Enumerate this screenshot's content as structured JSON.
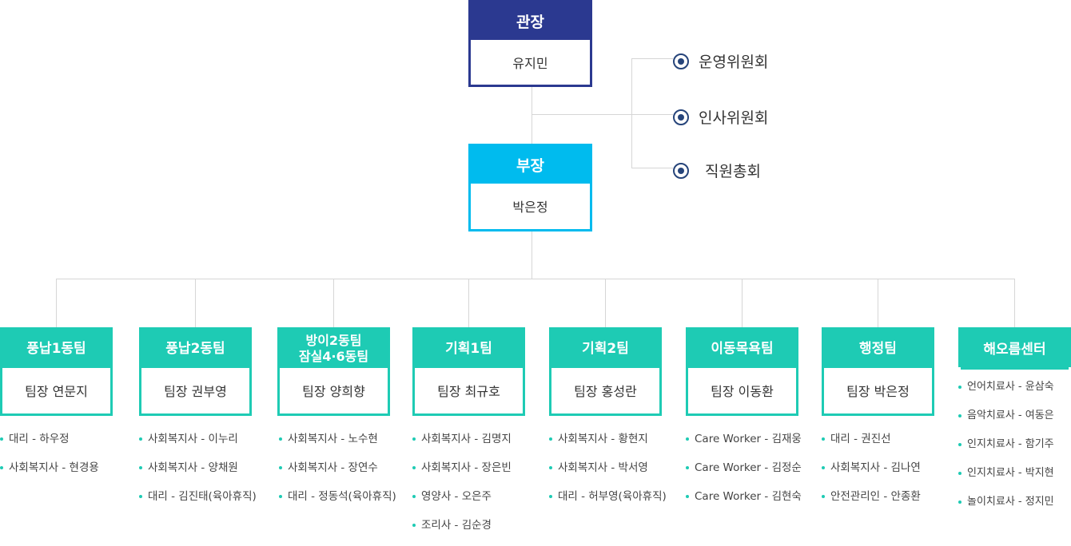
{
  "director": {
    "title": "관장",
    "name": "유지민"
  },
  "deputy": {
    "title": "부장",
    "name": "박은정"
  },
  "committees": [
    "운영위원회",
    "인사위원회",
    "직원총회"
  ],
  "teams": [
    {
      "name": "풍납1동팀",
      "leader": "팀장 연문지",
      "members": [
        "대리 - 하우정",
        "사회복지사 - 현경용"
      ]
    },
    {
      "name": "풍납2동팀",
      "leader": "팀장 권부영",
      "members": [
        "사회복지사 - 이누리",
        "사회복지사 - 양채원",
        "대리 - 김진태(육아휴직)"
      ]
    },
    {
      "name": "방이2동팀\n잠실4·6동팀",
      "leader": "팀장 양희향",
      "members": [
        "사회복지사 - 노수현",
        "사회복지사 - 장연수",
        "대리 - 정동석(육아휴직)"
      ]
    },
    {
      "name": "기획1팀",
      "leader": "팀장 최규호",
      "members": [
        "사회복지사 - 김명지",
        "사회복지사 - 장은빈",
        "영양사 - 오은주",
        "조리사 - 김순경"
      ]
    },
    {
      "name": "기획2팀",
      "leader": "팀장 홍성란",
      "members": [
        "사회복지사 - 황현지",
        "사회복지사 - 박서영",
        "대리 - 허부영(육아휴직)"
      ]
    },
    {
      "name": "이동목욕팀",
      "leader": "팀장 이동환",
      "members": [
        "Care Worker - 김재웅",
        "Care Worker - 김정순",
        "Care Worker - 김현숙"
      ]
    },
    {
      "name": "행정팀",
      "leader": "팀장 박은정",
      "members": [
        "대리 - 권진선",
        "사회복지사 - 김나연",
        "안전관리인 - 안종환"
      ]
    },
    {
      "name": "해오름센터",
      "leader": "",
      "members": [
        "언어치료사 - 윤삼숙",
        "음악치료사 - 여동은",
        "인지치료사 - 함기주",
        "인지치료사 - 박지현",
        "놀이치료사 - 정지민"
      ]
    }
  ],
  "colors": {
    "director": "#2b3990",
    "deputy": "#00bbee",
    "team": "#1ecbb4",
    "radio": "#26447a"
  }
}
